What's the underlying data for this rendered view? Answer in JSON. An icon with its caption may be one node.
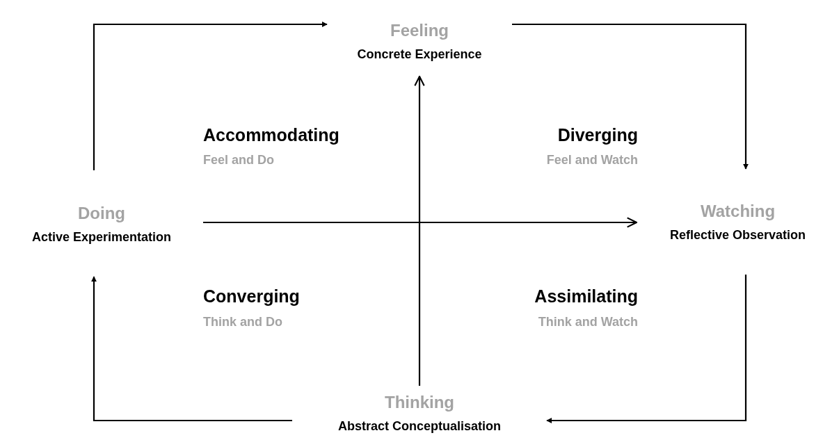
{
  "diagram": {
    "nodes": [
      {
        "text": [
          "Feeling",
          "Concrete Experience"
        ]
      },
      {
        "text": [
          "Watching",
          "Reflective Observation"
        ]
      },
      {
        "text": [
          "Thinking",
          "Abstract Conceptualisation"
        ]
      },
      {
        "text": [
          "Doing",
          "Active Experimentation"
        ]
      }
    ],
    "edges": [
      {
        "from": 3,
        "to": 0,
        "arrow": "to"
      },
      {
        "from": 0,
        "to": 1,
        "arrow": "to"
      },
      {
        "from": 1,
        "to": 2,
        "arrow": "to"
      },
      {
        "from": 2,
        "to": 3,
        "arrow": "to"
      },
      {
        "from": 2,
        "to": 0,
        "arrow": "to"
      },
      {
        "from": 3,
        "to": 1,
        "arrow": "to"
      }
    ],
    "labels": [
      "Accommodating",
      "Feel and Do",
      "Diverging",
      "Feel and Watch",
      "Converging",
      "Think and Do",
      "Assimilating",
      "Think and Watch"
    ]
  }
}
